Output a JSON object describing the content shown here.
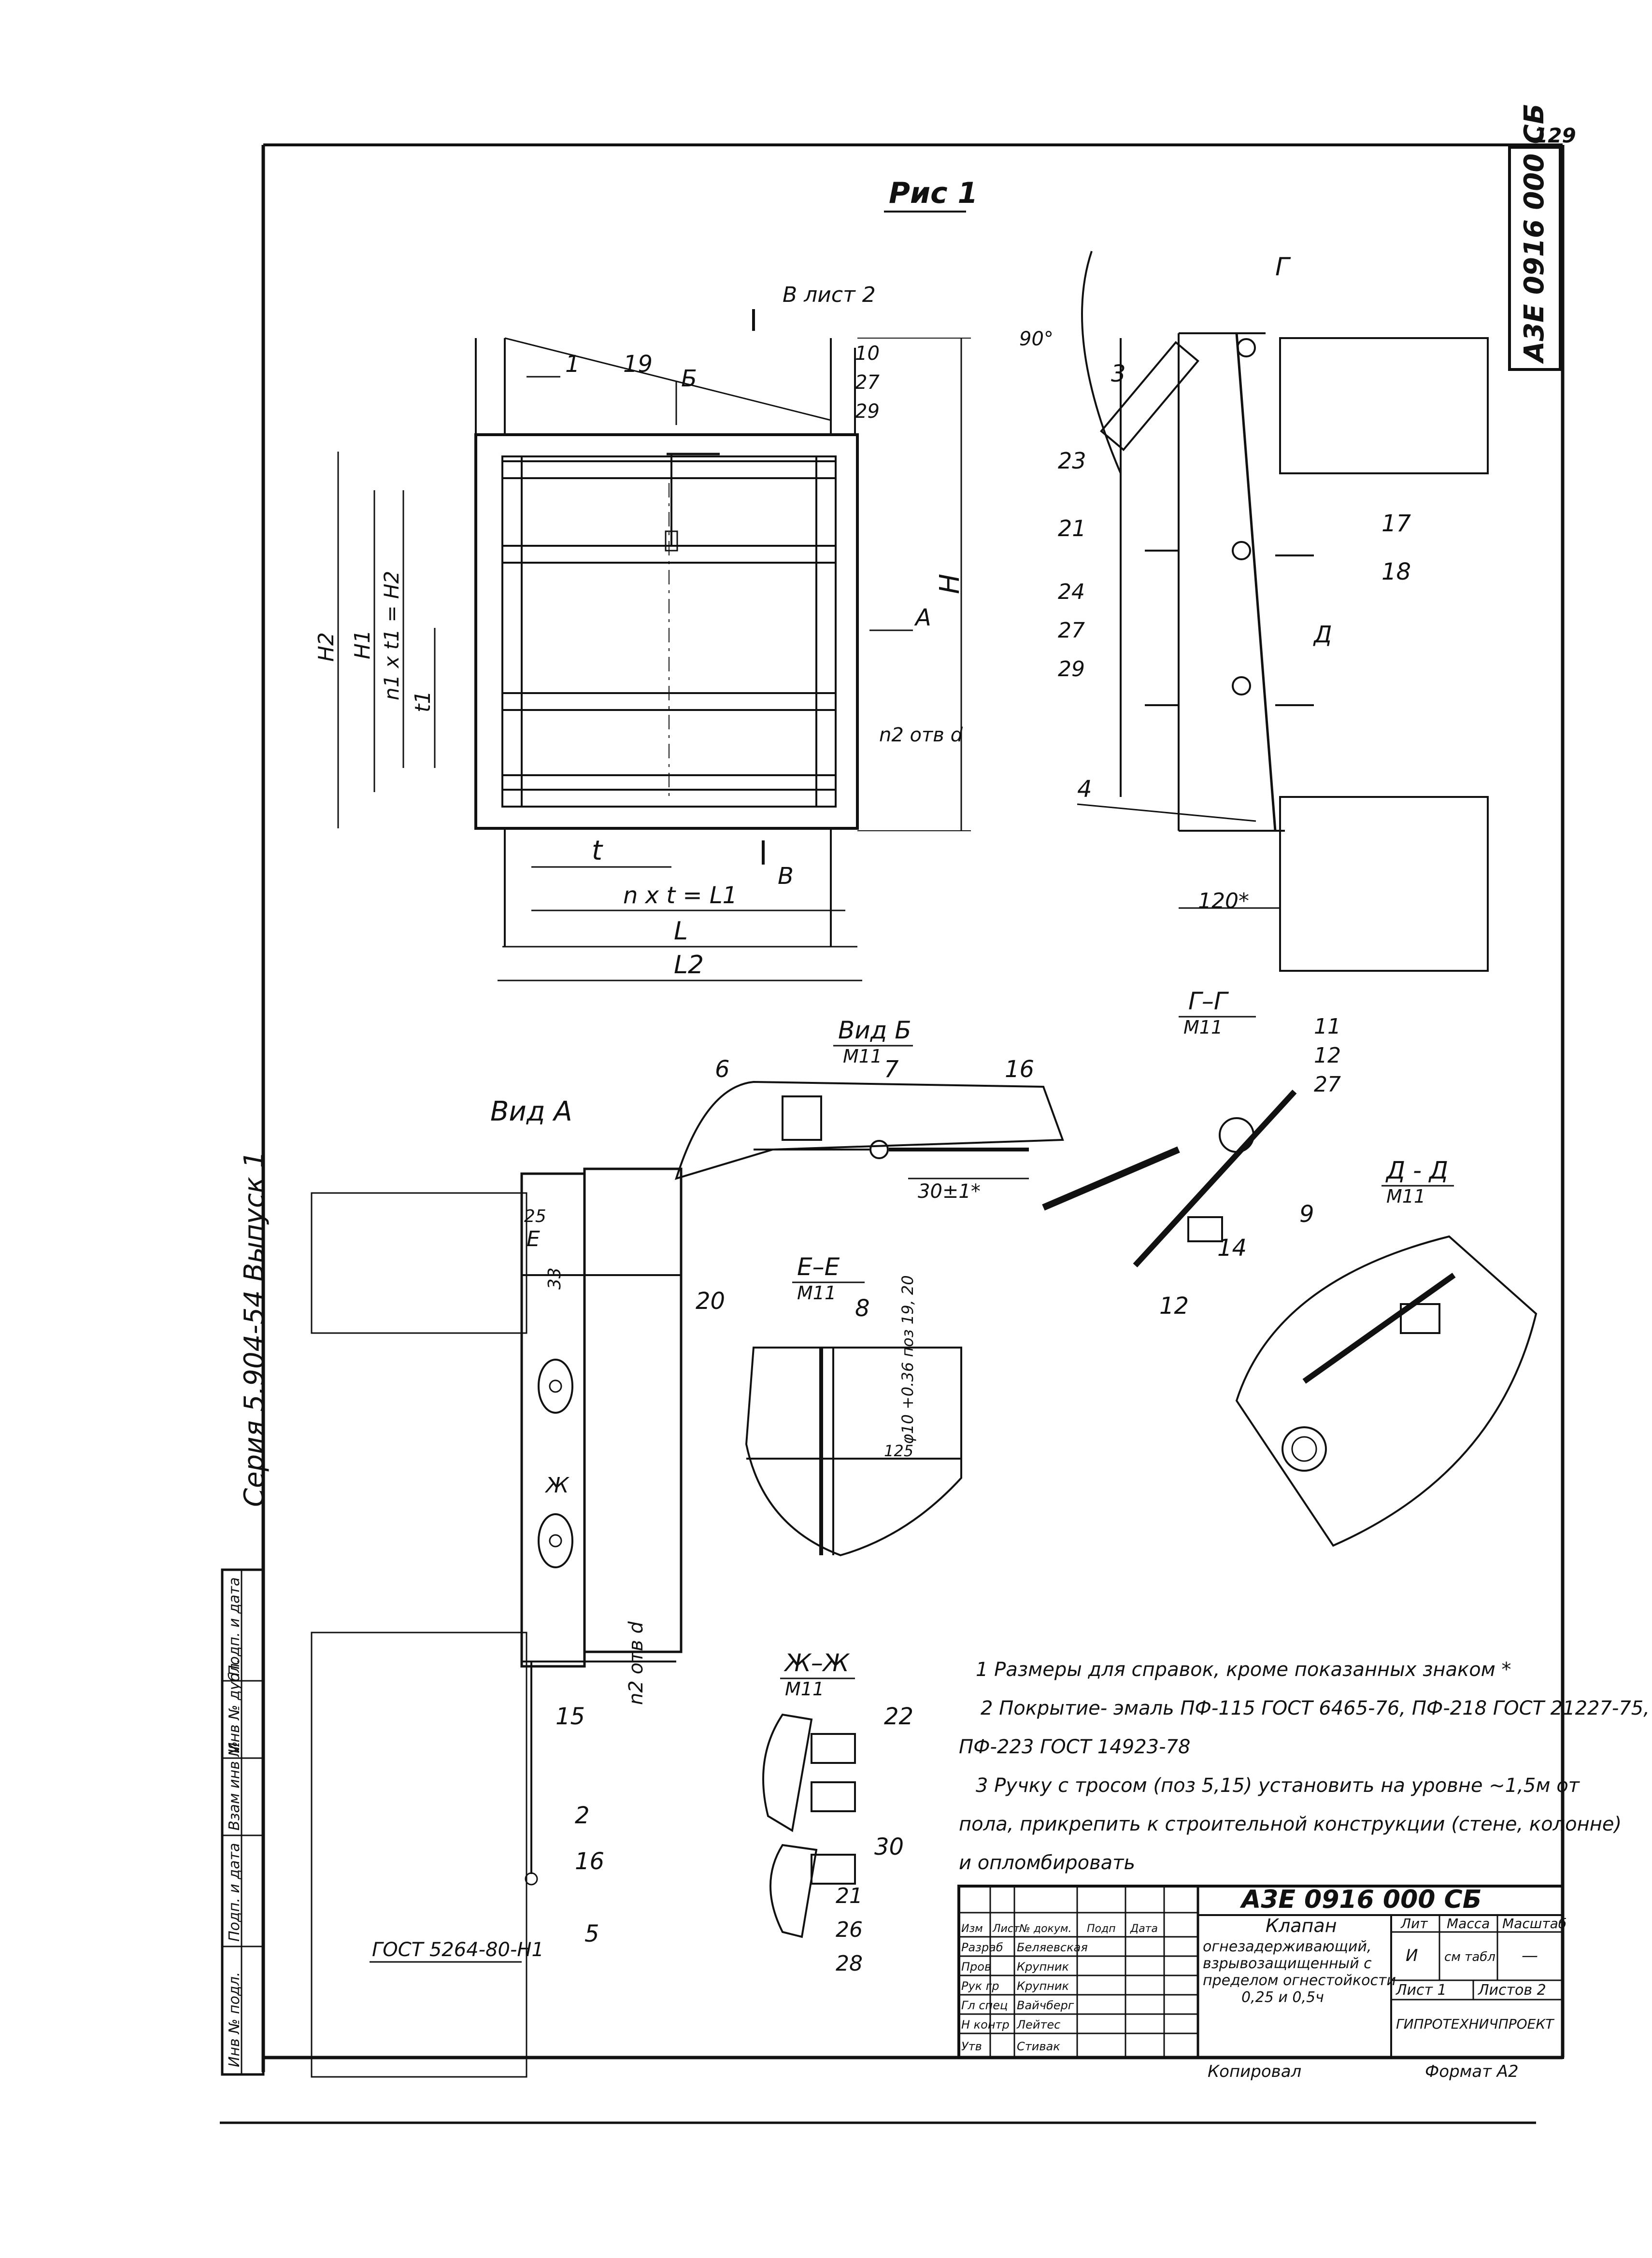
{
  "page_number": "129",
  "doc_code_vertical": "А3Е 0916 000 СБ",
  "series_vertical": "Серия 5.904-54 Выпуск 1",
  "figure_title": "Рис 1",
  "labels": {
    "view_section_v": "В лист 2",
    "view_b_mark": "Б",
    "view_a_mark": "А",
    "section_v_mark": "В",
    "g_mark": "Г",
    "d_mark": "Д",
    "dim_H": "H",
    "dim_H1": "H1",
    "dim_H2": "H2",
    "dim_H2_formula": "n1 x t1 = H2",
    "dim_t1": "t1",
    "dim_t": "t",
    "dim_L1_formula": "n x t = L1",
    "dim_L": "L",
    "dim_L2": "L2",
    "holes": "n2 отв d",
    "holes_2": "n2 отв d",
    "angle": "90°",
    "dim_120": "120*",
    "dim_25": "25",
    "dim_33": "33",
    "dim_30": "30±1*",
    "dim_125": "125",
    "dim_phi": "φ10 +0.36 поз 19, 20",
    "gost_ref": "ГОСТ 5264-80-Н1",
    "e_mark": "Е",
    "zh_mark": "Ж"
  },
  "views": {
    "vid_a": "Вид А",
    "vid_b": "Вид Б",
    "vid_b_scale": "М11",
    "gg": "Г–Г",
    "gg_scale": "М11",
    "dd": "Д - Д",
    "dd_scale": "М11",
    "ee": "Е–Е",
    "ee_scale": "М11",
    "zhzh": "Ж–Ж",
    "zhzh_scale": "М11"
  },
  "positions": {
    "p1": "1",
    "p19": "19",
    "p10": "10",
    "p27": "27",
    "p29": "29",
    "p3": "3",
    "p23": "23",
    "p21": "21",
    "p24": "24",
    "p27b": "27",
    "p29b": "29",
    "p17": "17",
    "p18": "18",
    "p4": "4",
    "p6": "6",
    "p7": "7",
    "p16": "16",
    "p11": "11",
    "p12": "12",
    "p27c": "27",
    "p9": "9",
    "p14": "14",
    "p12b": "12",
    "p20": "20",
    "p8": "8",
    "p15": "15",
    "p2": "2",
    "p16b": "16",
    "p5": "5",
    "p22": "22",
    "p30": "30",
    "p21b": "21",
    "p26": "26",
    "p28": "28"
  },
  "notes": [
    "1 Размеры для справок, кроме показанных знаком *",
    "2 Покрытие- эмаль ПФ-115 ГОСТ 6465-76, ПФ-218 ГОСТ 21227-75,",
    "ПФ-223 ГОСТ 14923-78",
    "3 Ручку с тросом (поз 5,15) установить на уровне ~1,5м от",
    "пола, прикрепить к строительной конструкции (стене, колонне)",
    "и опломбировать"
  ],
  "title_block": {
    "code": "А3Е 0916 000 СБ",
    "name_lines": [
      "Клапан",
      "огнезадерживающий,",
      "взрывозащищенный с",
      "пределом огнестойкости",
      "0,25 и 0,5ч"
    ],
    "lit_label": "Лит",
    "mass_label": "Масса",
    "scale_label": "Масштаб",
    "lit_value": "И",
    "mass_value": "см табл",
    "scale_value": "—",
    "sheet": "Лист 1",
    "sheets": "Листов 2",
    "org": "ГИПРОТЕХНИЧПРОЕКТ",
    "head_cols": [
      "Изм",
      "Лист",
      "№ докум.",
      "Подп",
      "Дата"
    ],
    "roles": [
      "Разраб",
      "Пров",
      "Рук гр",
      "Гл спец",
      "Н контр",
      "Утв"
    ],
    "persons": [
      "Беляевская",
      "Крупник",
      "Крупник",
      "Вайчберг",
      "Лейтес",
      "Стивак"
    ]
  },
  "footer": {
    "copied": "Копировал",
    "format": "Формат А2"
  },
  "side_stamp": [
    "Инв № подл.",
    "Подп. и дата",
    "Взам инв №",
    "Инв № дубл.",
    "Подп. и дата"
  ]
}
